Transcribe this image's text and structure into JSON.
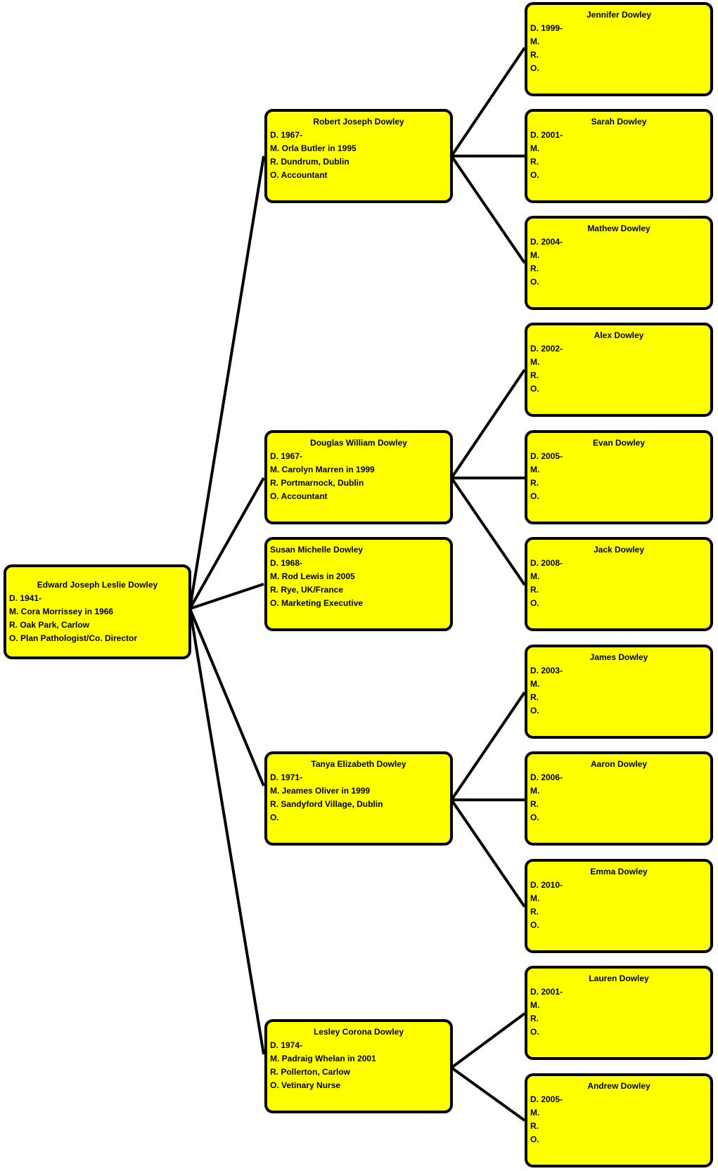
{
  "line_color": "#000000",
  "box_fill": "#ffff00",
  "people": {
    "edward": {
      "name": "Edward Joseph Leslie Dowley",
      "d": "D. 1941-",
      "m": "M. Cora Morrissey in 1966",
      "r": "R. Oak Park, Carlow",
      "o": "O. Plan Pathologist/Co. Director"
    },
    "robert": {
      "name": "Robert Joseph Dowley",
      "d": "D. 1967-",
      "m": "M. Orla Butler in  1995",
      "r": "R. Dundrum, Dublin",
      "o": "O. Accountant"
    },
    "douglas": {
      "name": "Douglas William Dowley",
      "d": "D. 1967-",
      "m": "M. Carolyn Marren in  1999",
      "r": "R. Portmarnock, Dublin",
      "o": "O. Accountant"
    },
    "susan": {
      "name": "Susan Michelle Dowley",
      "d": "D. 1968-",
      "m": "M. Rod Lewis in 2005",
      "r": "R. Rye, UK/France",
      "o": "O. Marketing Executive"
    },
    "tanya": {
      "name": "Tanya Elizabeth Dowley",
      "d": "D. 1971-",
      "m": "M. Jeames Oliver in 1999",
      "r": "R. Sandyford Village, Dublin",
      "o": "O."
    },
    "lesley": {
      "name": "Lesley Corona Dowley",
      "d": "D. 1974-",
      "m": "M. Padraig Whelan in 2001",
      "r": "R. Pollerton, Carlow",
      "o": "O. Vetinary Nurse"
    },
    "jennifer": {
      "name": "Jennifer Dowley",
      "d": "D. 1999-",
      "m": "M.",
      "r": "R.",
      "o": "O."
    },
    "sarah": {
      "name": "Sarah Dowley",
      "d": "D. 2001-",
      "m": "M.",
      "r": "R.",
      "o": "O."
    },
    "mathew": {
      "name": "Mathew Dowley",
      "d": "D. 2004-",
      "m": "M.",
      "r": "R.",
      "o": "O."
    },
    "alex": {
      "name": "Alex Dowley",
      "d": "D. 2002-",
      "m": "M.",
      "r": "R.",
      "o": "O."
    },
    "evan": {
      "name": "Evan Dowley",
      "d": "D. 2005-",
      "m": "M.",
      "r": "R.",
      "o": "O."
    },
    "jack": {
      "name": "Jack Dowley",
      "d": "D. 2008-",
      "m": "M.",
      "r": "R.",
      "o": "O."
    },
    "james": {
      "name": "James Dowley",
      "d": "D. 2003-",
      "m": "M.",
      "r": "R.",
      "o": "O."
    },
    "aaron": {
      "name": "Aaron Dowley",
      "d": "D. 2006-",
      "m": "M.",
      "r": "R.",
      "o": "O."
    },
    "emma": {
      "name": "Emma Dowley",
      "d": "D. 2010-",
      "m": "M.",
      "r": "R.",
      "o": "O."
    },
    "lauren": {
      "name": "Lauren Dowley",
      "d": "D. 2001-",
      "m": "M.",
      "r": "R.",
      "o": "O."
    },
    "andrew": {
      "name": "Andrew Dowley",
      "d": "D. 2005-",
      "m": "M.",
      "r": "R.",
      "o": "O."
    }
  }
}
